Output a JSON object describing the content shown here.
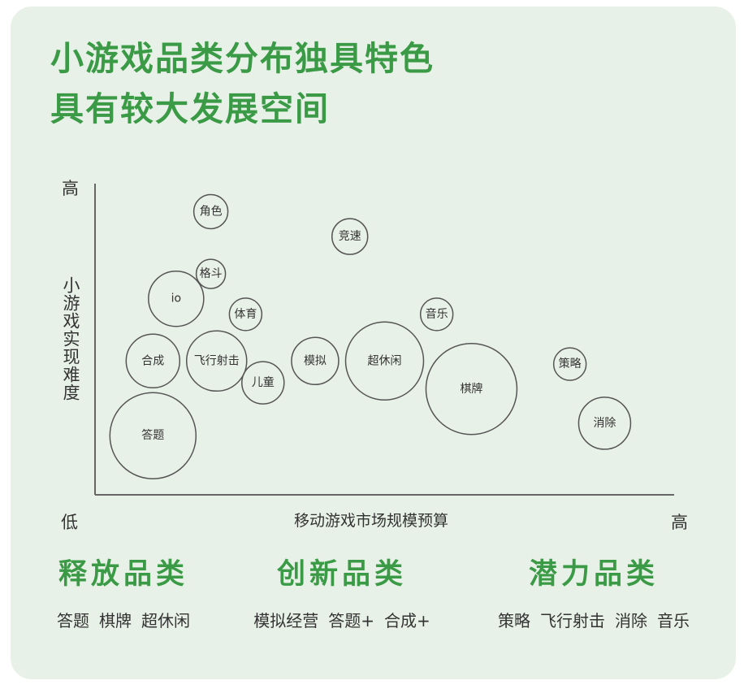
{
  "title": {
    "line1": "小游戏品类分布独具特色",
    "line2": "具有较大发展空间"
  },
  "chart_data": {
    "type": "scatter",
    "xlabel": "移动游戏市场规模预算",
    "ylabel": "小游戏实现难度",
    "x_low_label": "低",
    "x_high_label": "高",
    "y_high_label": "高",
    "xlim": [
      0,
      100
    ],
    "ylim": [
      0,
      100
    ],
    "grid": false,
    "points": [
      {
        "label": "角色",
        "x": 20,
        "y": 91,
        "size": 21
      },
      {
        "label": "竞速",
        "x": 44,
        "y": 83,
        "size": 22
      },
      {
        "label": "格斗",
        "x": 20,
        "y": 71,
        "size": 18
      },
      {
        "label": "io",
        "x": 14,
        "y": 63,
        "size": 34
      },
      {
        "label": "体育",
        "x": 26,
        "y": 58,
        "size": 20
      },
      {
        "label": "音乐",
        "x": 59,
        "y": 58,
        "size": 20
      },
      {
        "label": "合成",
        "x": 10,
        "y": 43,
        "size": 33
      },
      {
        "label": "飞行射击",
        "x": 21,
        "y": 43,
        "size": 37
      },
      {
        "label": "模拟",
        "x": 38,
        "y": 43,
        "size": 29
      },
      {
        "label": "超休闲",
        "x": 50,
        "y": 43,
        "size": 48
      },
      {
        "label": "儿童",
        "x": 29,
        "y": 36,
        "size": 26
      },
      {
        "label": "策略",
        "x": 82,
        "y": 42,
        "size": 20
      },
      {
        "label": "棋牌",
        "x": 65,
        "y": 34,
        "size": 56
      },
      {
        "label": "答题",
        "x": 10,
        "y": 19,
        "size": 53
      },
      {
        "label": "消除",
        "x": 88,
        "y": 23,
        "size": 32
      }
    ]
  },
  "categories": [
    {
      "name": "释放品类",
      "items": [
        "答题",
        "棋牌",
        "超休闲"
      ]
    },
    {
      "name": "创新品类",
      "items": [
        "模拟经营",
        "答题+",
        "合成+"
      ]
    },
    {
      "name": "潜力品类",
      "items": [
        "策略",
        "飞行射击",
        "消除",
        "音乐"
      ]
    }
  ],
  "colors": {
    "accent": "#3a9a46",
    "card_background": "#e8f1e7",
    "axis": "#666666",
    "text": "#333333"
  }
}
